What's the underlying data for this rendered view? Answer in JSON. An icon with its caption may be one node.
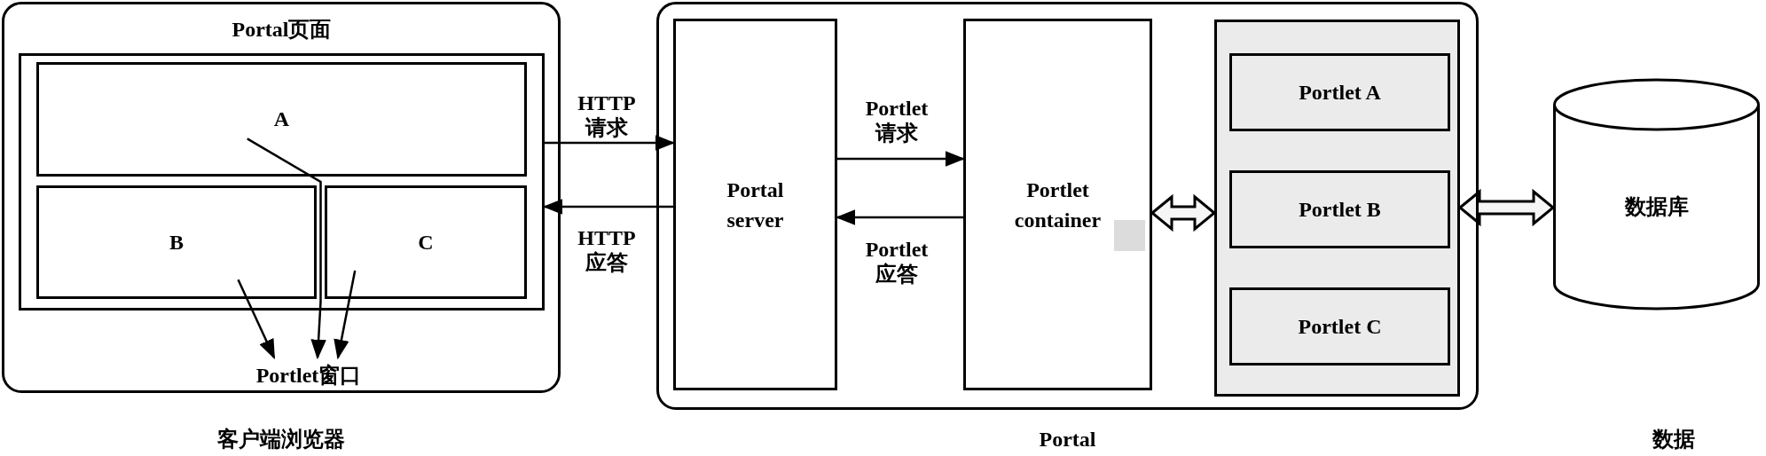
{
  "diagram": {
    "nodes": [
      {
        "text": [
          "客户端浏览器"
        ]
      },
      {
        "text": [
          "Portal页面"
        ],
        "in": 0
      },
      {
        "text": [
          "A"
        ],
        "in": 1
      },
      {
        "text": [
          "B"
        ],
        "in": 1
      },
      {
        "text": [
          "C"
        ],
        "in": 1
      },
      {
        "text": [
          "Portlet窗口"
        ],
        "in": 0
      },
      {
        "text": [
          "Portal"
        ]
      },
      {
        "text": [
          "Portal server"
        ],
        "in": 6
      },
      {
        "text": [
          "Portlet container"
        ],
        "in": 6
      },
      {
        "text": [],
        "shape": "box",
        "in": 6
      },
      {
        "text": [
          "Portlet A"
        ],
        "in": 9
      },
      {
        "text": [
          "Portlet B"
        ],
        "in": 9
      },
      {
        "text": [
          "Portlet C"
        ],
        "in": 9
      },
      {
        "text": [
          "数据库"
        ]
      }
    ],
    "edges": [
      {
        "from": 1,
        "to": 7,
        "arrow": "to",
        "label": "HTTP 请求"
      },
      {
        "from": 7,
        "to": 1,
        "arrow": "to",
        "label": "HTTP 应答"
      },
      {
        "from": 7,
        "to": 8,
        "arrow": "to",
        "label": "Portlet 请求"
      },
      {
        "from": 8,
        "to": 7,
        "arrow": "to",
        "label": "Portlet 应答"
      },
      {
        "from": 8,
        "to": 9,
        "arrow": "both",
        "style": "thick"
      },
      {
        "from": 9,
        "to": 13,
        "arrow": "both",
        "style": "thick"
      },
      {
        "from": 2,
        "to": 5,
        "arrow": "to"
      },
      {
        "from": 3,
        "to": 5,
        "arrow": "to"
      },
      {
        "from": 4,
        "to": 5,
        "arrow": "to"
      }
    ],
    "labels": [
      "数据"
    ]
  }
}
